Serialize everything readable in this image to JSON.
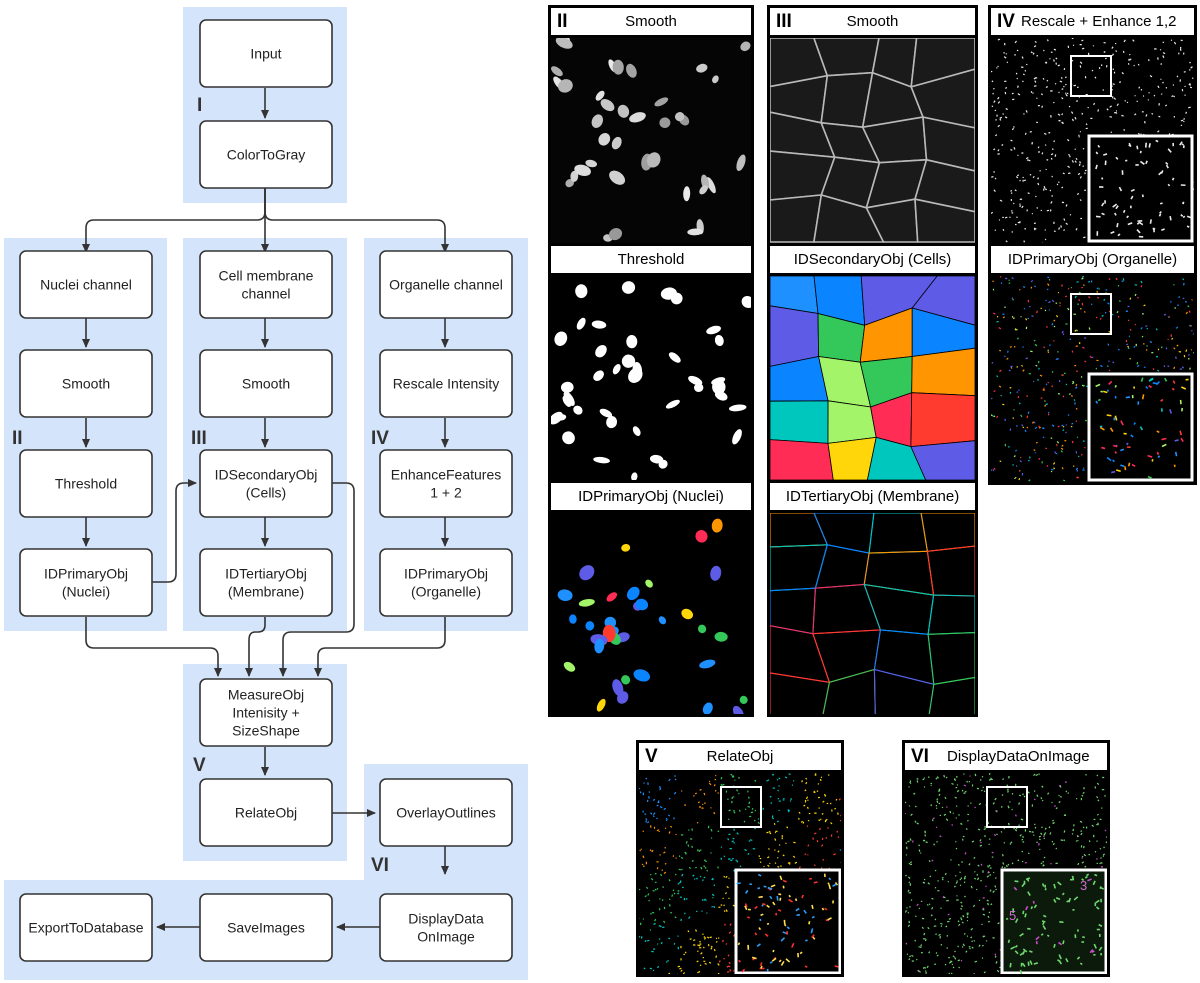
{
  "flowchart": {
    "boxes": {
      "input": [
        "Input"
      ],
      "colortogray": [
        "ColorToGray"
      ],
      "nuclei_channel": [
        "Nuclei channel"
      ],
      "membrane_channel": [
        "Cell membrane",
        "channel"
      ],
      "organelle_channel": [
        "Organelle channel"
      ],
      "smooth_nuclei": [
        "Smooth"
      ],
      "smooth_membrane": [
        "Smooth"
      ],
      "rescale_intensity": [
        "Rescale Intensity"
      ],
      "threshold": [
        "Threshold"
      ],
      "idsecondary": [
        "IDSecondaryObj",
        "(Cells)"
      ],
      "enhance": [
        "EnhanceFeatures",
        "1 + 2"
      ],
      "idprimary_nuclei": [
        "IDPrimaryObj",
        "(Nuclei)"
      ],
      "idtertiary": [
        "IDTertiaryObj",
        "(Membrane)"
      ],
      "idprimary_organelle": [
        "IDPrimaryObj",
        "(Organelle)"
      ],
      "measure": [
        "MeasureObj",
        "Intenisity +",
        "SizeShape"
      ],
      "relate": [
        "RelateObj"
      ],
      "overlay": [
        "OverlayOutlines"
      ],
      "export": [
        "ExportToDatabase"
      ],
      "saveimages": [
        "SaveImages"
      ],
      "displaydata": [
        "DisplayData",
        "OnImage"
      ]
    },
    "section_labels": {
      "I": "I",
      "II": "II",
      "III": "III",
      "IV": "IV",
      "V": "V",
      "VI": "VI"
    }
  },
  "panels": {
    "II": {
      "numeral": "II",
      "titles": [
        "Smooth",
        "Threshold",
        "IDPrimaryObj (Nuclei)"
      ]
    },
    "III": {
      "numeral": "III",
      "titles": [
        "Smooth",
        "IDSecondaryObj (Cells)",
        "IDTertiaryObj (Membrane)"
      ]
    },
    "IV": {
      "numeral": "IV",
      "titles": [
        "Rescale + Enhance 1,2",
        "IDPrimaryObj (Organelle)"
      ]
    },
    "V": {
      "numeral": "V",
      "title": "RelateObj"
    },
    "VI": {
      "numeral": "VI",
      "title": "DisplayDataOnImage",
      "overlay_numbers": [
        "3",
        "5"
      ]
    }
  },
  "colors": {
    "section_background": "#d4e5fb",
    "box_border": "#333333",
    "segment_palette": [
      "#1e90ff",
      "#ff3b30",
      "#ffd60a",
      "#34c759",
      "#00c7be",
      "#ff9500",
      "#0a84ff",
      "#a4f46a",
      "#ff2d55",
      "#5e5ce6"
    ]
  }
}
